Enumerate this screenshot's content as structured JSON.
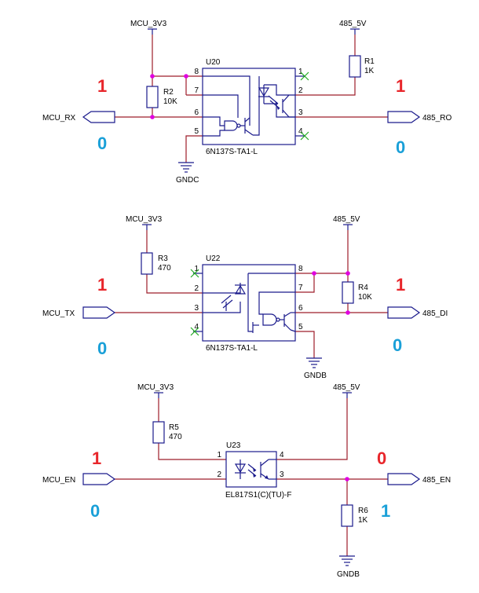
{
  "colors": {
    "high": "#e8262b",
    "low": "#1aa0d8",
    "wire": "#9e1d2a",
    "symbol": "#1a1a8c",
    "junction": "#e000e0",
    "no_connect": "#22aa22"
  },
  "circuit1": {
    "vcc": "MCU_3V3",
    "vcc_out": "485_5V",
    "ref": "U20",
    "part": "6N137S-TA1-L",
    "r_in": {
      "ref": "R2",
      "value": "10K"
    },
    "r_out": {
      "ref": "R1",
      "value": "1K"
    },
    "in_port": "MCU_RX",
    "out_port": "485_RO",
    "gnd": "GNDC",
    "pins": [
      "8",
      "7",
      "6",
      "5",
      "1",
      "2",
      "3",
      "4"
    ],
    "left_state_high": "1",
    "left_state_low": "0",
    "right_state_high": "1",
    "right_state_low": "0"
  },
  "circuit2": {
    "vcc": "MCU_3V3",
    "vcc_out": "485_5V",
    "ref": "U22",
    "part": "6N137S-TA1-L",
    "r_in": {
      "ref": "R3",
      "value": "470"
    },
    "r_out": {
      "ref": "R4",
      "value": "10K"
    },
    "in_port": "MCU_TX",
    "out_port": "485_DI",
    "gnd": "GNDB",
    "pins": [
      "1",
      "2",
      "3",
      "4",
      "8",
      "7",
      "6",
      "5"
    ],
    "left_state_high": "1",
    "left_state_low": "0",
    "right_state_high": "1",
    "right_state_low": "0"
  },
  "circuit3": {
    "vcc": "MCU_3V3",
    "vcc_out": "485_5V",
    "ref": "U23",
    "part": "EL817S1(C)(TU)-F",
    "r_in": {
      "ref": "R5",
      "value": "470"
    },
    "r_out": {
      "ref": "R6",
      "value": "1K"
    },
    "in_port": "MCU_EN",
    "out_port": "485_EN",
    "gnd": "GNDB",
    "pins": [
      "1",
      "2",
      "4",
      "3"
    ],
    "left_state_high": "1",
    "left_state_low": "0",
    "right_state_high": "0",
    "right_state_low": "1"
  }
}
